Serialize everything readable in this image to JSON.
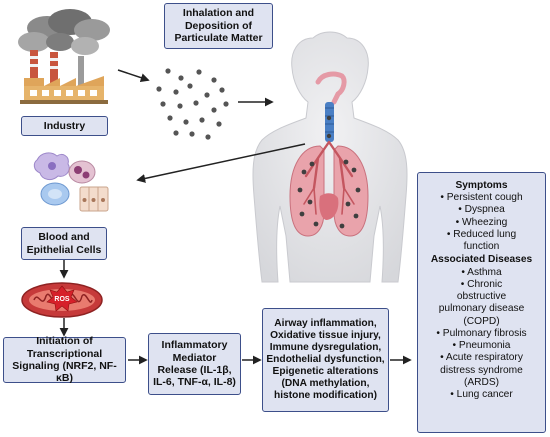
{
  "boxes": {
    "inhalation": [
      "Inhalation and",
      "Deposition of",
      "Particulate Matter"
    ],
    "industry": [
      "Industry"
    ],
    "blood_cells": [
      "Blood and",
      "Epithelial Cells"
    ],
    "transcription": [
      "Initiation of",
      "Transcriptional",
      "Signaling (NRF2, NF-κB)"
    ],
    "mediator": [
      "Inflammatory",
      "Mediator",
      "Release (IL-1β,",
      "IL-6, TNF-α, IL-8)"
    ],
    "airway": [
      "Airway inflammation,",
      "Oxidative tissue injury,",
      "Immune dysregulation,",
      "Endothelial dysfunction,",
      "Epigenetic alterations",
      "(DNA methylation,",
      "histone modification)"
    ]
  },
  "ros_label": "ROS",
  "symptoms": {
    "heading": "Symptoms",
    "items": [
      "• Persistent cough",
      "• Dyspnea",
      "• Wheezing",
      "• Reduced lung",
      "function"
    ]
  },
  "diseases": {
    "heading": "Associated Diseases",
    "items": [
      "• Asthma",
      "• Chronic",
      "obstructive",
      "pulmonary disease",
      "(COPD)",
      "• Pulmonary fibrosis",
      "• Pneumonia",
      "• Acute respiratory",
      "distress syndrome",
      "(ARDS)",
      "• Lung cancer"
    ]
  },
  "colors": {
    "box_fill": "#dfe3f1",
    "box_border": "#3d4f8a",
    "arrow": "#222222",
    "ros_red": "#d0322f",
    "lung_pink": "#e9a3ab",
    "airway_blue": "#4a7fc4",
    "particle": "#555555"
  },
  "icons": [
    "factory-icon",
    "particle-cloud-icon",
    "human-torso-icon",
    "lungs-icon",
    "blood-cells-icon",
    "mitochondrion-icon"
  ]
}
